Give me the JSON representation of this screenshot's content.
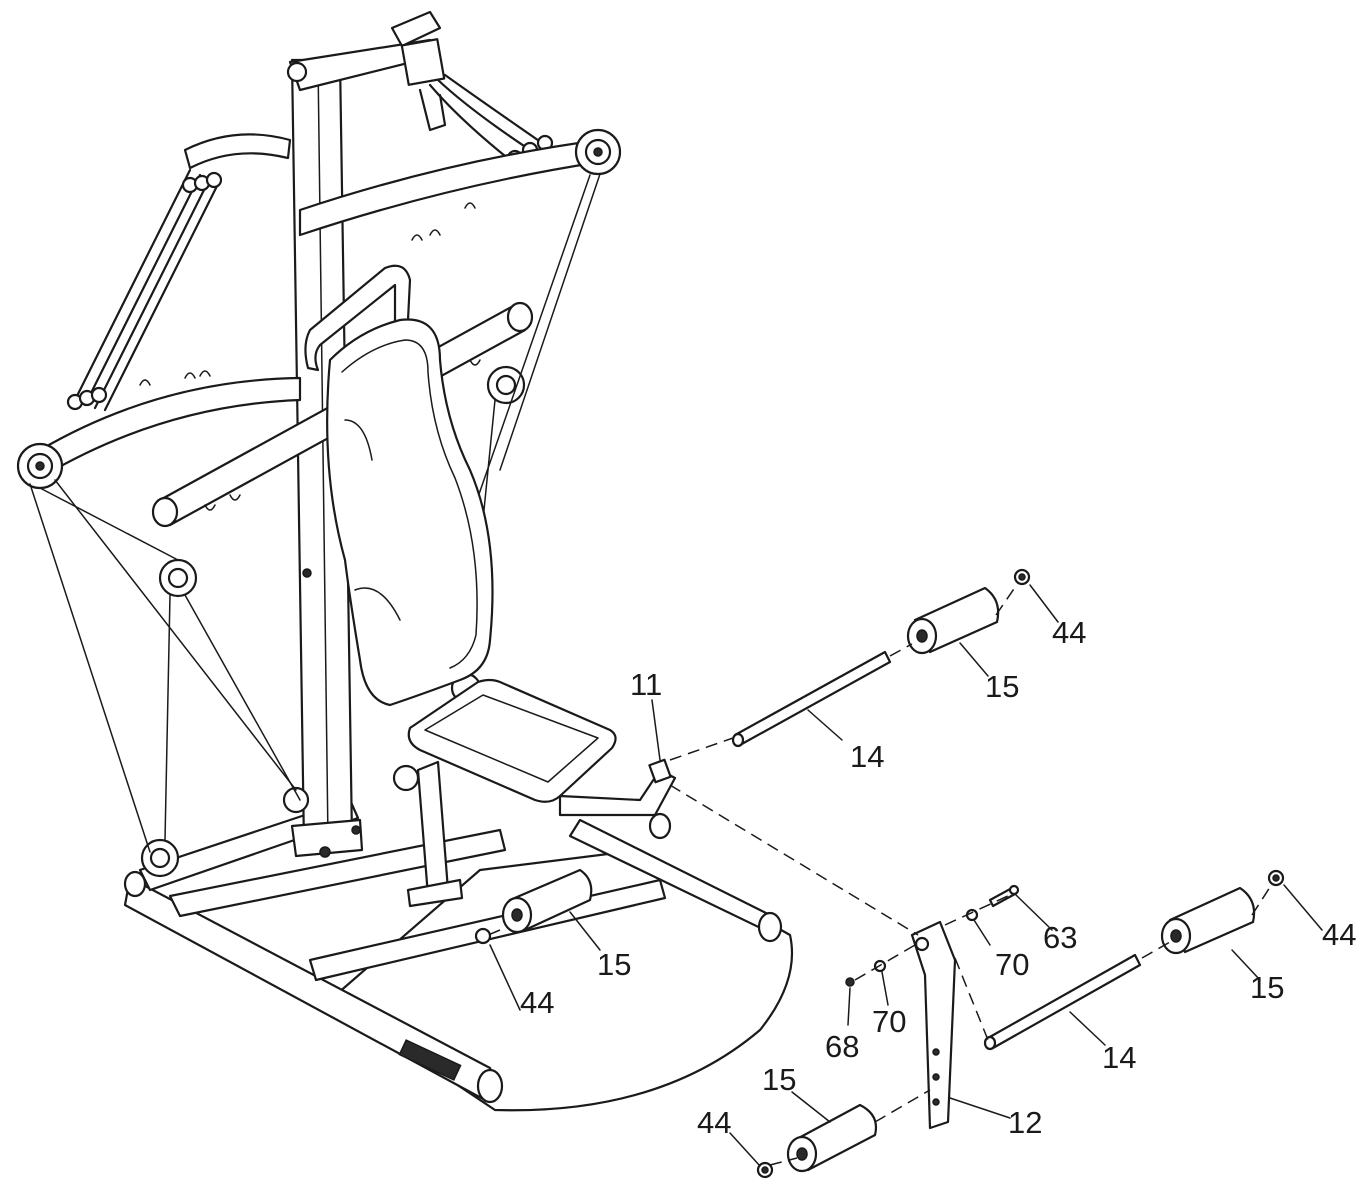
{
  "diagram": {
    "type": "exploded-parts-illustration",
    "part_labels": {
      "label_11": "11",
      "label_14_upper": "14",
      "label_14_lower": "14",
      "label_15_upper": "15",
      "label_15_left": "15",
      "label_15_right": "15",
      "label_15_bottom": "15",
      "label_44_upper": "44",
      "label_44_left": "44",
      "label_44_right": "44",
      "label_44_bottom": "44",
      "label_63": "63",
      "label_70_upper": "70",
      "label_70_lower": "70",
      "label_68": "68",
      "label_12": "12"
    }
  }
}
